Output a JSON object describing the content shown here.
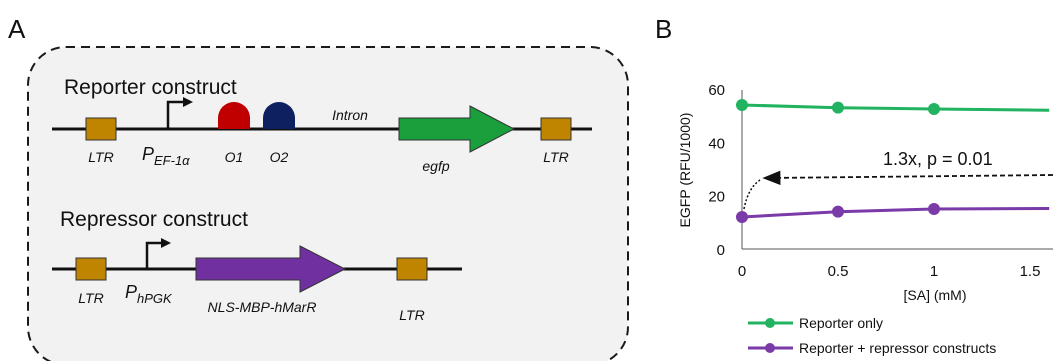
{
  "panel_a": {
    "letter": "A",
    "reporter": {
      "title": "Reporter construct",
      "ltr_left": "LTR",
      "promoter_base": "P",
      "promoter_sub": "EF-1α",
      "o1": "O1",
      "o2": "O2",
      "intron": "Intron",
      "gene": "egfp",
      "ltr_right": "LTR",
      "colors": {
        "o1": "#c00000",
        "o2": "#0f2060",
        "egfp": "#1a9f3c",
        "ltr": "#bf8500"
      }
    },
    "repressor": {
      "title": "Repressor construct",
      "ltr_left": "LTR",
      "promoter_base": "P",
      "promoter_sub": "hPGK",
      "gene": "NLS-MBP-hMarR",
      "ltr_right": "LTR",
      "colors": {
        "gene": "#7030a0",
        "ltr": "#bf8500"
      }
    }
  },
  "panel_b": {
    "letter": "B",
    "annotation": "1.3x, p = 0.01",
    "chart_data": {
      "type": "line",
      "xlabel": "[SA] (mM)",
      "ylabel": "EGFP (RFU/1000)",
      "xlim": [
        0,
        1.6
      ],
      "ylim": [
        0,
        60
      ],
      "x_ticks": [
        "0",
        "0.5",
        "1",
        "1.5"
      ],
      "y_ticks": [
        "0",
        "20",
        "40",
        "60"
      ],
      "grid": false,
      "legend_position": "bottom",
      "series": [
        {
          "name": "Reporter only",
          "color": "#21b35f",
          "x": [
            0,
            0.5,
            1
          ],
          "values": [
            54,
            53,
            52.5
          ],
          "trend_end": [
            1.6,
            52
          ]
        },
        {
          "name": "Reporter + repressor constructs",
          "color": "#7a3aa8",
          "x": [
            0,
            0.5,
            1
          ],
          "values": [
            12,
            14,
            15
          ],
          "trend_end": [
            1.6,
            15.2
          ]
        }
      ]
    }
  }
}
